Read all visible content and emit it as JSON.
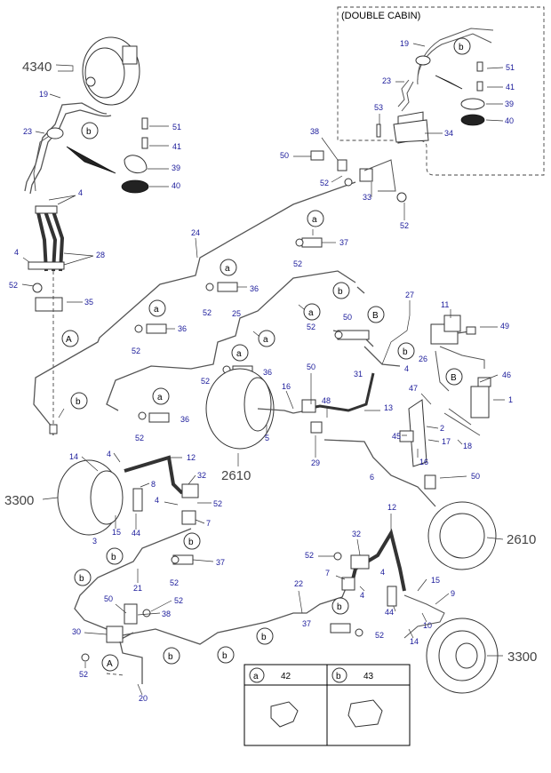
{
  "labels": {
    "l4340": "4340",
    "l3300a": "3300",
    "l3300b": "3300",
    "l2610a": "2610",
    "l2610b": "2610",
    "double_cabin": "(DOUBLE CABIN)",
    "n19a": "19",
    "n23a": "23",
    "n51a": "51",
    "n41a": "41",
    "n39a": "39",
    "n40a": "40",
    "n4a": "4",
    "n28": "28",
    "n4b": "4",
    "n52a": "52",
    "n35": "35",
    "n24": "24",
    "n38": "38",
    "n50a": "50",
    "n52b": "52",
    "n33": "33",
    "n52c": "52",
    "n37a": "37",
    "n52d": "52",
    "n36a": "36",
    "n52e": "52",
    "n25": "25",
    "n36b": "36",
    "n52f": "52",
    "n52g": "52",
    "n36c": "36",
    "n36d": "36",
    "n52h": "52",
    "n27": "27",
    "n11": "11",
    "n49": "49",
    "n50b": "50",
    "n52i": "52",
    "n31": "31",
    "n4c": "4",
    "n26": "26",
    "n46": "46",
    "n50c": "50",
    "n16a": "16",
    "n48": "48",
    "n13": "13",
    "n47": "47",
    "n1": "1",
    "n2": "2",
    "n5": "5",
    "n29": "29",
    "n45": "45",
    "n17": "17",
    "n18": "18",
    "n16b": "16",
    "n6": "6",
    "n50d": "50",
    "n19b": "19",
    "n23b": "23",
    "n51b": "51",
    "n41b": "41",
    "n53": "53",
    "n34": "34",
    "n39b": "39",
    "n40b": "40",
    "n14a": "14",
    "n4d": "4",
    "n12a": "12",
    "n32a": "32",
    "n8": "8",
    "n4e": "4",
    "n52j": "52",
    "n15a": "15",
    "n44a": "44",
    "n3": "3",
    "n7a": "7",
    "n37b": "37",
    "n52k": "52",
    "n21": "21",
    "n50e": "50",
    "n52l": "52",
    "n38b": "38",
    "n30": "30",
    "n52m": "52",
    "n20": "20",
    "n22": "22",
    "n37c": "37",
    "n12b": "12",
    "n32b": "32",
    "n52n": "52",
    "n7b": "7",
    "n4f": "4",
    "n15b": "15",
    "n4g": "4",
    "n9": "9",
    "n44b": "44",
    "n10": "10",
    "n14b": "14",
    "n52o": "52"
  },
  "markers": {
    "a": "a",
    "b": "b",
    "A": "A",
    "B": "B"
  },
  "legend": {
    "a_code": "42",
    "b_code": "43"
  },
  "colors": {
    "label_blue": "#1a1a9a",
    "line": "#555555"
  }
}
